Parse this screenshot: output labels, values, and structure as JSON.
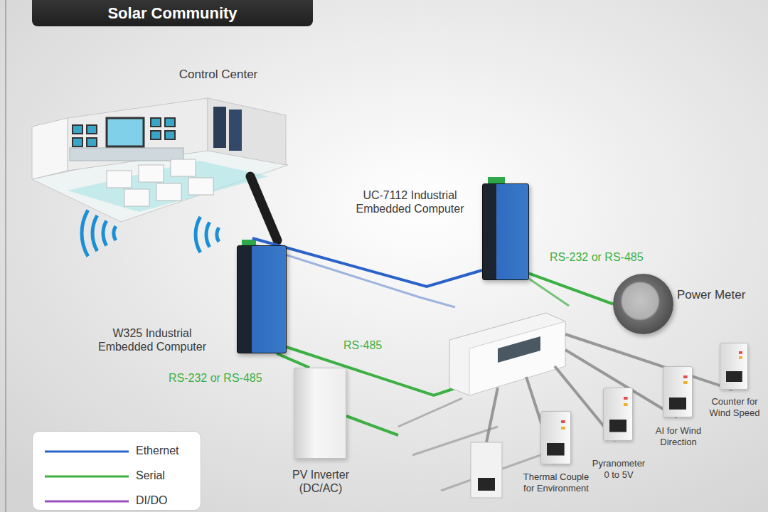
{
  "diagram": {
    "title": "Solar Community",
    "nodes": [
      {
        "text": [
          "Control Center"
        ]
      },
      {
        "text": [
          "UC-7112 Industrial Embedded Computer"
        ]
      },
      {
        "text": [
          "W325 Industrial Embedded Computer"
        ]
      },
      {
        "text": [
          "Power Meter"
        ]
      },
      {
        "text": [
          "PV Inverter (DC/AC)"
        ]
      },
      {
        "text": [
          "Counter for Wind Speed"
        ]
      },
      {
        "text": [
          "AI for Wind Direction"
        ]
      },
      {
        "text": [
          "Pyranometer 0 to 5V"
        ]
      },
      {
        "text": [
          "Thermal Couple for Environment"
        ]
      }
    ],
    "edges": [
      {
        "from": 0,
        "to": 1,
        "arrow": "none"
      },
      {
        "from": 1,
        "to": 3,
        "label": "RS-232 or RS-485",
        "arrow": "none"
      },
      {
        "from": 2,
        "to": 4,
        "label": "RS-232 or RS-485",
        "arrow": "none"
      }
    ],
    "labels": [
      "RS-485"
    ],
    "legend": [
      {
        "text": "Ethernet"
      },
      {
        "text": "Serial"
      },
      {
        "text": "DI/DO"
      }
    ]
  }
}
